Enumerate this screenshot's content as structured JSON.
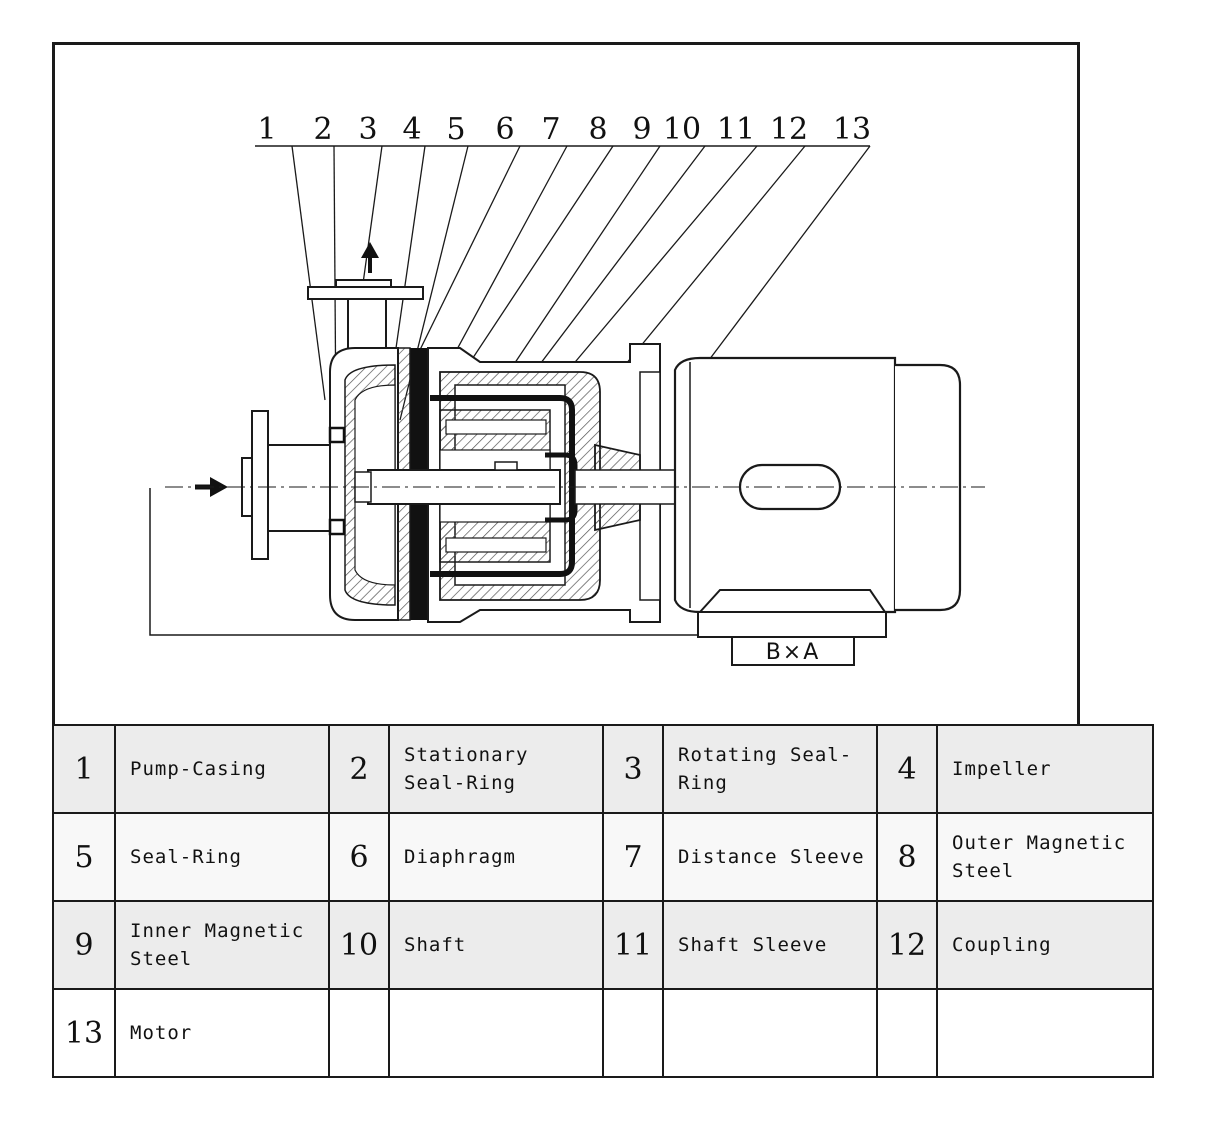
{
  "callouts": [
    "1",
    "2",
    "3",
    "4",
    "5",
    "6",
    "7",
    "8",
    "9",
    "10",
    "11",
    "12",
    "13"
  ],
  "dimension_label": "B×A",
  "legend": [
    [
      {
        "num": "1",
        "text": "Pump-Casing"
      },
      {
        "num": "2",
        "text": "Stationary Seal-Ring"
      },
      {
        "num": "3",
        "text": "Rotating Seal-Ring"
      },
      {
        "num": "4",
        "text": "Impeller"
      }
    ],
    [
      {
        "num": "5",
        "text": "Seal-Ring"
      },
      {
        "num": "6",
        "text": "Diaphragm"
      },
      {
        "num": "7",
        "text": "Distance Sleeve"
      },
      {
        "num": "8",
        "text": "Outer Magnetic Steel"
      }
    ],
    [
      {
        "num": "9",
        "text": "Inner Magnetic Steel"
      },
      {
        "num": "10",
        "text": "Shaft"
      },
      {
        "num": "11",
        "text": "Shaft Sleeve"
      },
      {
        "num": "12",
        "text": "Coupling"
      }
    ],
    [
      {
        "num": "13",
        "text": "Motor"
      },
      {
        "num": "",
        "text": ""
      },
      {
        "num": "",
        "text": ""
      },
      {
        "num": "",
        "text": ""
      }
    ]
  ],
  "colors": {
    "line": "#1a1a1a",
    "hatch": "#555555",
    "fill_dark": "#111111"
  }
}
